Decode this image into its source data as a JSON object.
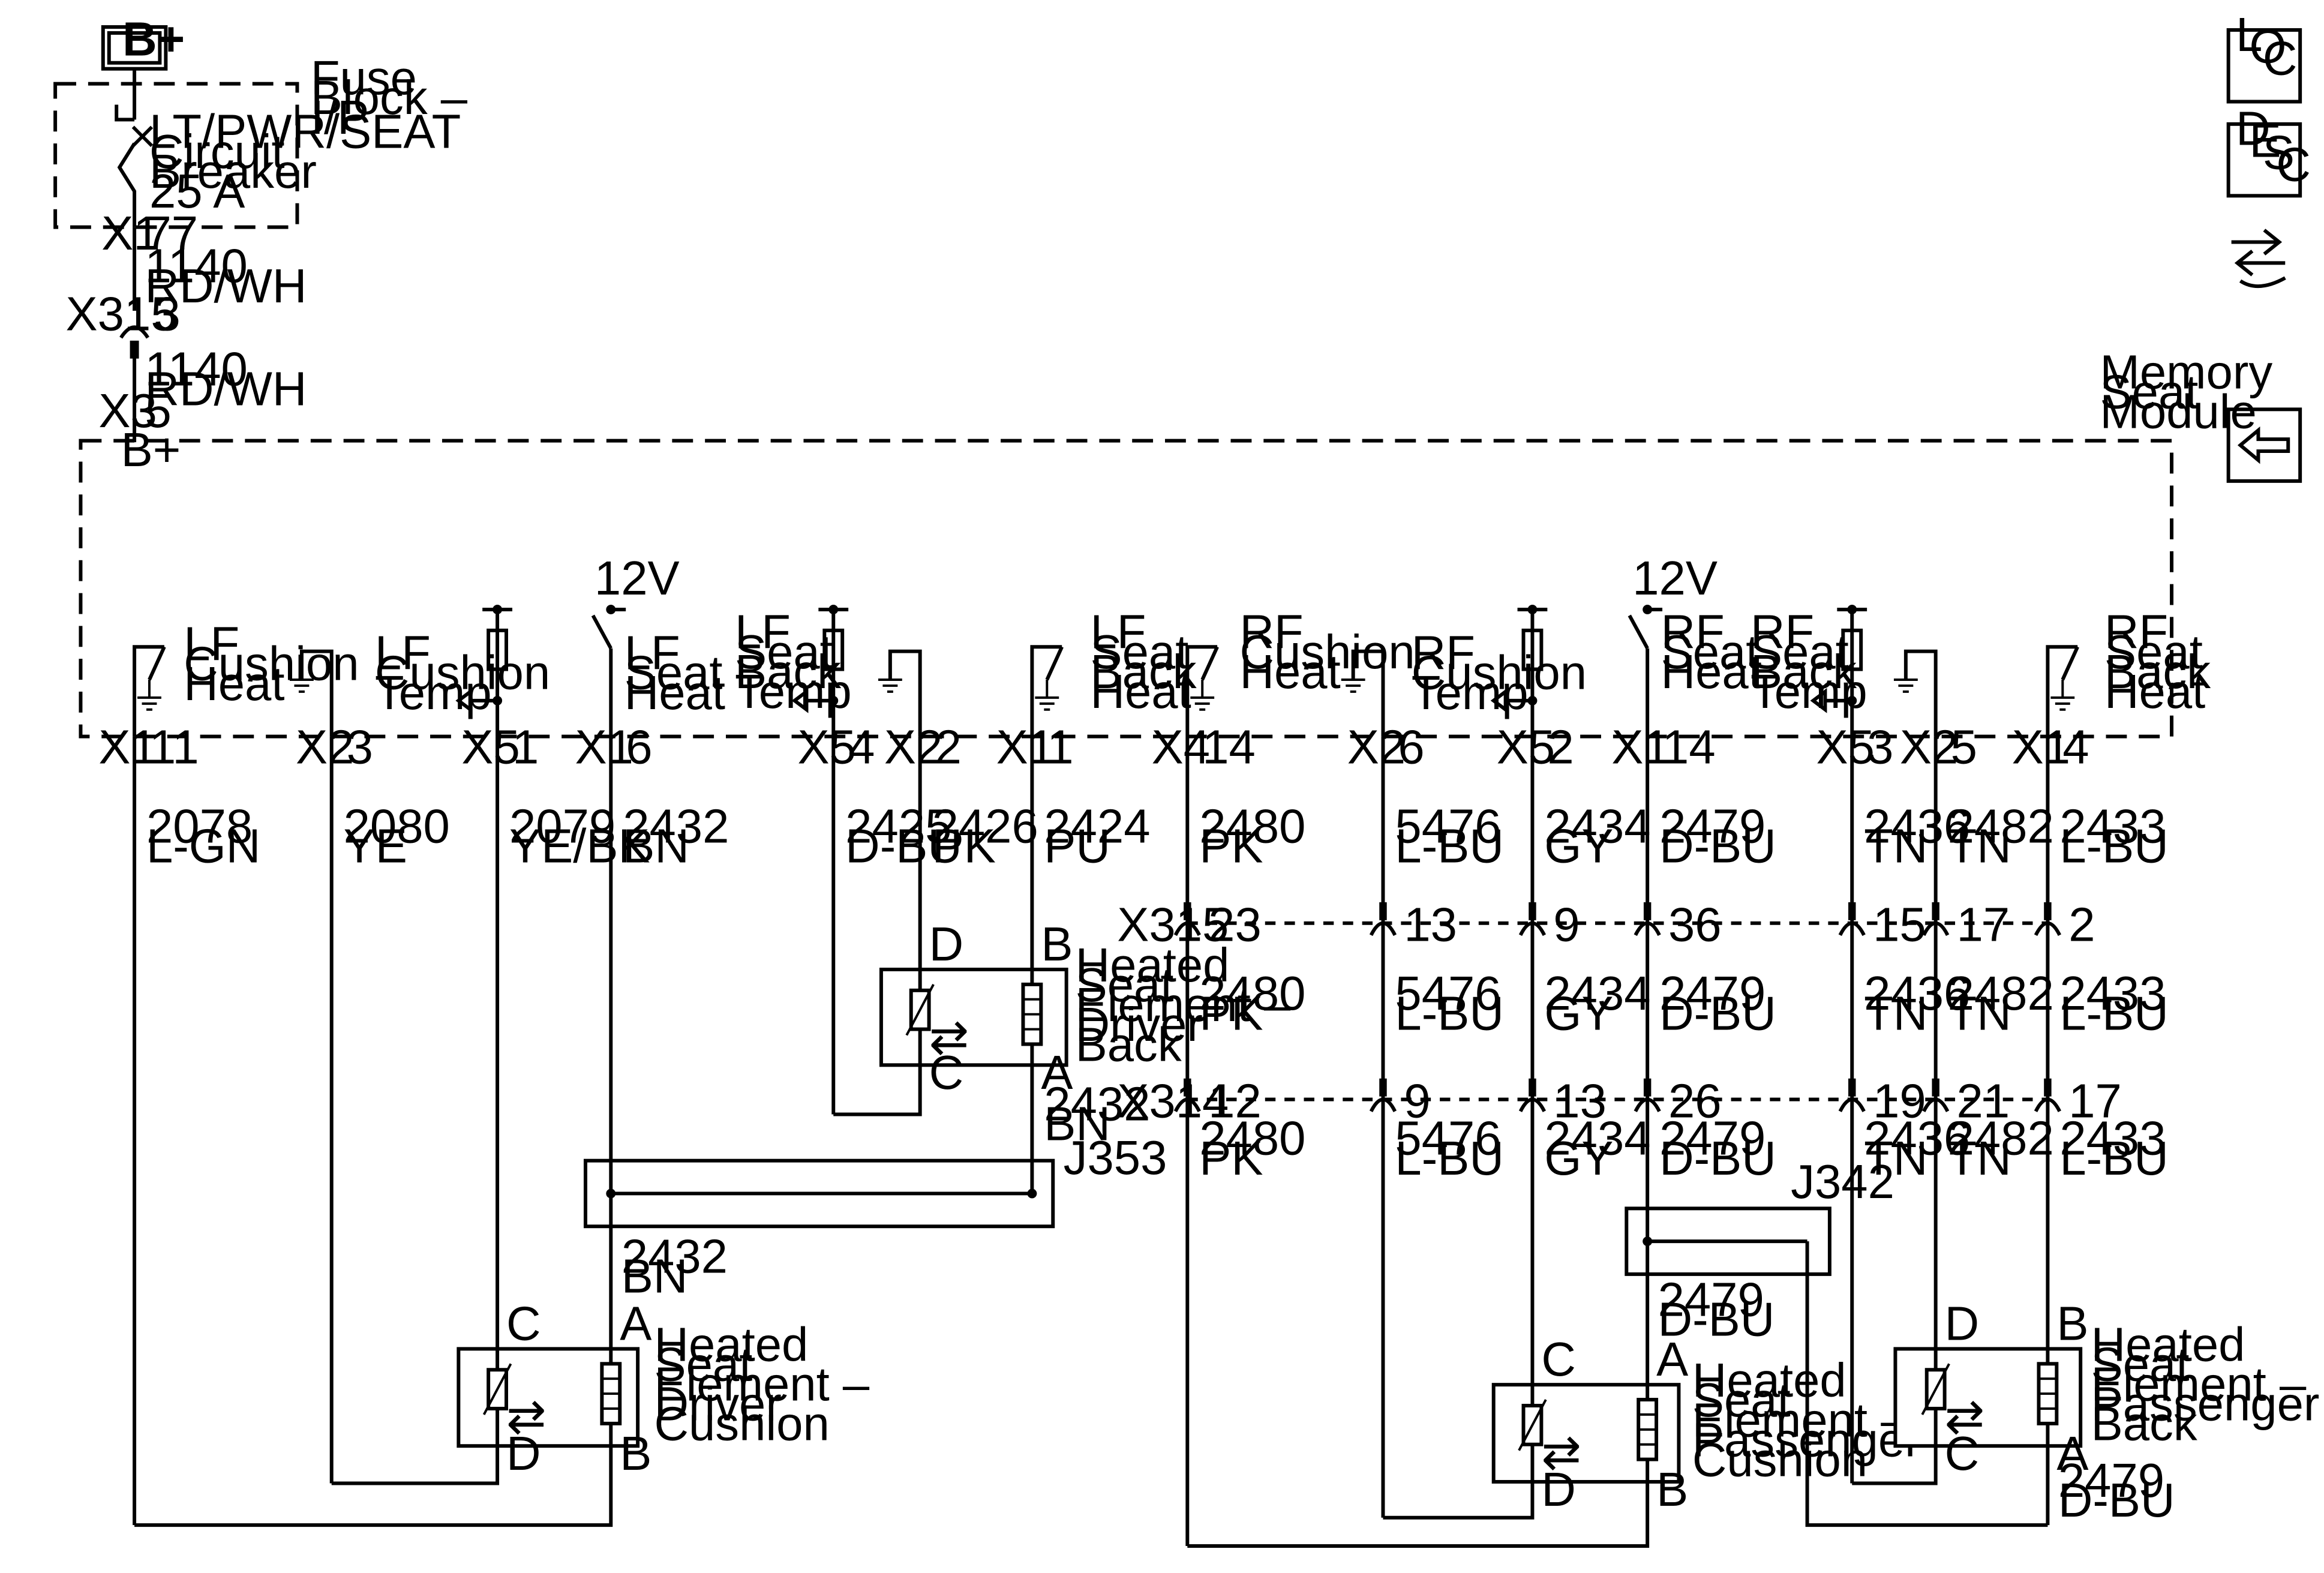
{
  "power": {
    "label": "B+"
  },
  "fuse_block": {
    "title": [
      "Fuse",
      "Block –",
      "I/P"
    ],
    "breaker": [
      "LT/PWR/SEAT",
      "Circuit",
      "Breaker",
      "25 A"
    ],
    "connector": "X1",
    "pin": "77"
  },
  "feed_wire_upper": {
    "circuit": "1140",
    "color": "RD/WH"
  },
  "x315_top": {
    "connector": "X315",
    "pin": "3"
  },
  "feed_wire_lower": {
    "circuit": "1140",
    "color": "RD/WH"
  },
  "module_power_pin": {
    "connector": "X3",
    "pin": "5",
    "label": "B+"
  },
  "module": {
    "title": [
      "Memory",
      "Seat",
      "Module"
    ]
  },
  "supply_12v": [
    "12V",
    "12V"
  ],
  "functions": [
    {
      "lines": [
        "LF",
        "Cushion",
        "Heat"
      ]
    },
    {
      "lines": [
        "LF",
        "Cushion",
        "Temp"
      ]
    },
    {
      "lines": [
        "LF",
        "Seat",
        "Heat"
      ]
    },
    {
      "lines": [
        "LF",
        "Seat",
        "Back",
        "Temp"
      ]
    },
    {
      "lines": [
        "LF",
        "Seat",
        "Back",
        "Heat"
      ]
    },
    {
      "lines": [
        "RF",
        "Cushion",
        "Heat"
      ]
    },
    {
      "lines": [
        "RF",
        "Cushion",
        "Temp"
      ]
    },
    {
      "lines": [
        "RF",
        "Seat",
        "Heat"
      ]
    },
    {
      "lines": [
        "RF",
        "Seat",
        "Back",
        "Temp"
      ]
    },
    {
      "lines": [
        "RF",
        "Seat",
        "Back",
        "Heat"
      ]
    }
  ],
  "module_pins": [
    {
      "connector": "X1",
      "pin": "11",
      "circuit": "2078",
      "color": "L-GN"
    },
    {
      "connector": "X2",
      "pin": "3",
      "circuit": "2080",
      "color": "YE"
    },
    {
      "connector": "X5",
      "pin": "1",
      "circuit": "2079",
      "color": "YE/BK"
    },
    {
      "connector": "X1",
      "pin": "6",
      "circuit": "2432",
      "color": "BN"
    },
    {
      "connector": "X5",
      "pin": "4",
      "circuit": "2425",
      "color": "D-BU"
    },
    {
      "connector": "X2",
      "pin": "2",
      "circuit": "2426",
      "color": "PK"
    },
    {
      "connector": "X1",
      "pin": "1",
      "circuit": "2424",
      "color": "PU"
    },
    {
      "connector": "X4",
      "pin": "14",
      "circuit": "2480",
      "color": "PK"
    },
    {
      "connector": "X2",
      "pin": "6",
      "circuit": "5476",
      "color": "L-BU"
    },
    {
      "connector": "X5",
      "pin": "2",
      "circuit": "2434",
      "color": "GY"
    },
    {
      "connector": "X1",
      "pin": "14",
      "circuit": "2479",
      "color": "D-BU"
    },
    {
      "connector": "X5",
      "pin": "3",
      "circuit": "2436",
      "color": "TN"
    },
    {
      "connector": "X2",
      "pin": "5",
      "circuit": "2482",
      "color": "TN"
    },
    {
      "connector": "X1",
      "pin": "4",
      "circuit": "2433",
      "color": "L-BU"
    }
  ],
  "x315_row": {
    "connector": "X315",
    "pins": [
      "23",
      "13",
      "9",
      "36",
      "15",
      "17",
      "2"
    ],
    "wires": [
      {
        "circuit": "2480",
        "color": "PK"
      },
      {
        "circuit": "5476",
        "color": "L-BU"
      },
      {
        "circuit": "2434",
        "color": "GY"
      },
      {
        "circuit": "2479",
        "color": "D-BU"
      },
      {
        "circuit": "2436",
        "color": "TN"
      },
      {
        "circuit": "2482",
        "color": "TN"
      },
      {
        "circuit": "2433",
        "color": "L-BU"
      }
    ]
  },
  "x314_row": {
    "connector": "X314",
    "pins": [
      "12",
      "9",
      "13",
      "26",
      "19",
      "21",
      "17"
    ],
    "wires": [
      {
        "circuit": "2480",
        "color": "PK"
      },
      {
        "circuit": "5476",
        "color": "L-BU"
      },
      {
        "circuit": "2434",
        "color": "GY"
      },
      {
        "circuit": "2479",
        "color": "D-BU"
      },
      {
        "circuit": "2436",
        "color": "TN"
      },
      {
        "circuit": "2482",
        "color": "TN"
      },
      {
        "circuit": "2433",
        "color": "L-BU"
      }
    ]
  },
  "driver_back_output": {
    "circuit": "2432",
    "color": "BN"
  },
  "j353": {
    "label": "J353"
  },
  "j353_output": {
    "circuit": "2432",
    "color": "BN"
  },
  "j342": {
    "label": "J342"
  },
  "j342_output": {
    "circuit": "2479",
    "color": "D-BU"
  },
  "passenger_back_output": {
    "circuit": "2479",
    "color": "D-BU"
  },
  "elements": {
    "driver_back": {
      "label": [
        "Heated",
        "Seat",
        "Element –",
        "Driver",
        "Back"
      ],
      "pins": [
        "D",
        "B",
        "C",
        "A"
      ]
    },
    "driver_cushion": {
      "label": [
        "Heated",
        "Seat",
        "Element –",
        "Driver",
        "Cushion"
      ],
      "pins": [
        "C",
        "A",
        "D",
        "B"
      ]
    },
    "passenger_cushion": {
      "label": [
        "Heated",
        "Seat",
        "Element –",
        "Passenger",
        "Cushion"
      ],
      "pins": [
        "C",
        "A",
        "D",
        "B"
      ]
    },
    "passenger_back": {
      "label": [
        "Heated",
        "Seat",
        "Element –",
        "Passenger",
        "Back"
      ],
      "pins": [
        "D",
        "B",
        "C",
        "A"
      ]
    }
  },
  "side_icons": {
    "loc": [
      "L",
      "O",
      "C"
    ],
    "desc": [
      "D",
      "E",
      "S",
      "C"
    ],
    "icons": [
      "swap-arrows-icon",
      "back-arrow-icon"
    ]
  }
}
